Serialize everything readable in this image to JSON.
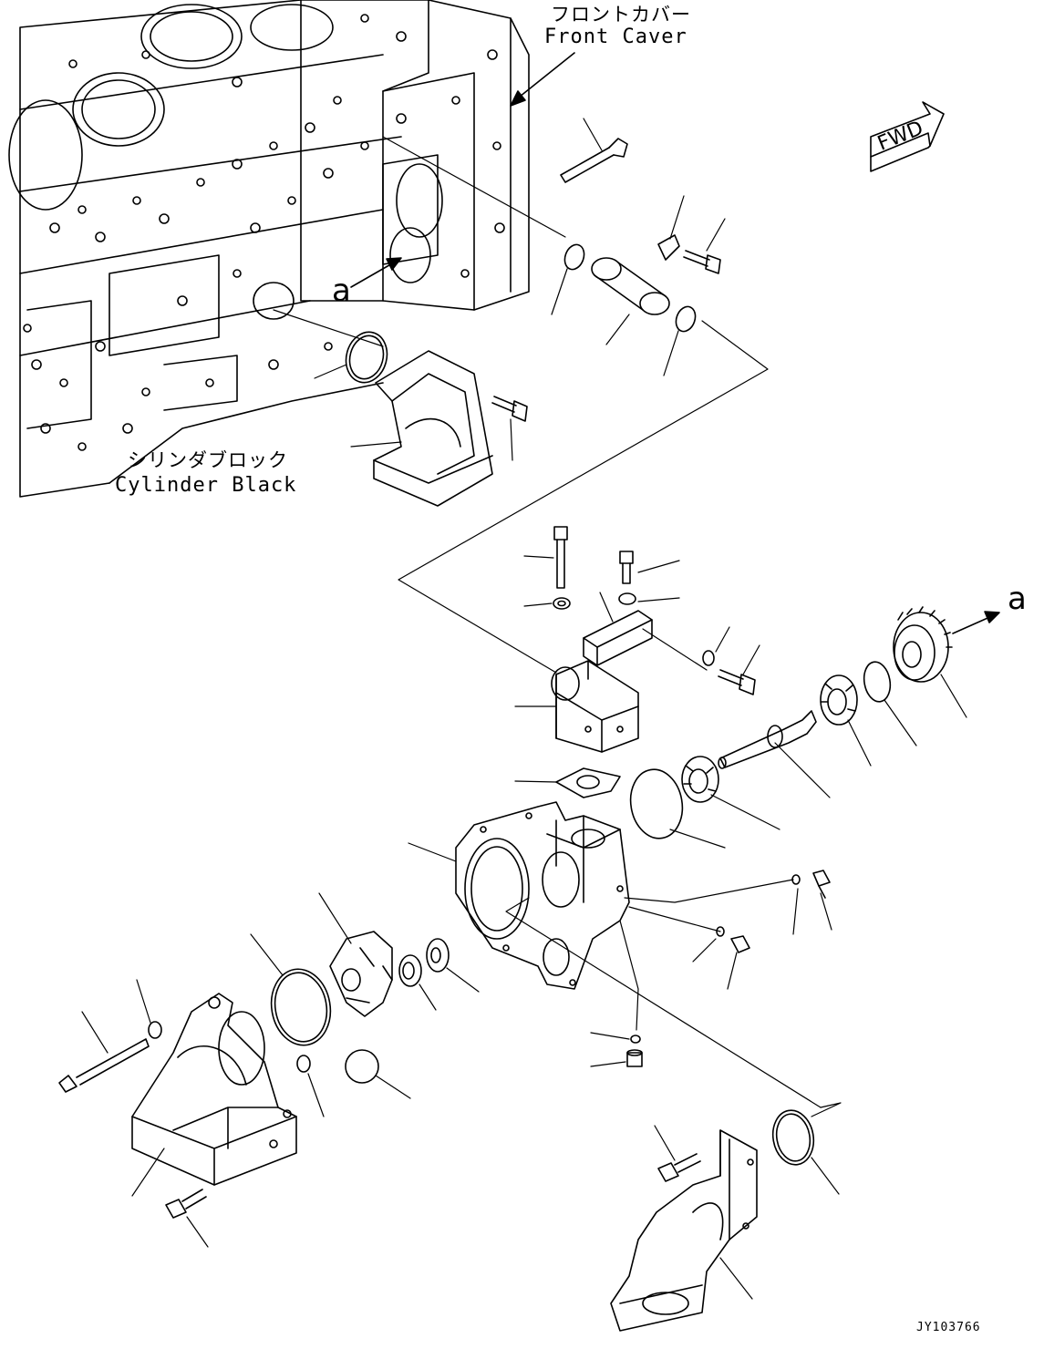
{
  "labels": {
    "front_cover_jp": "フロントカバー",
    "front_cover_en": "Front Caver",
    "cylinder_block_jp": "シリンダブロック",
    "cylinder_block_en": "Cylinder Black",
    "ref_a_top": "a",
    "ref_a_right": "a",
    "fwd": "FWD",
    "drawing_code": "JY103766"
  }
}
